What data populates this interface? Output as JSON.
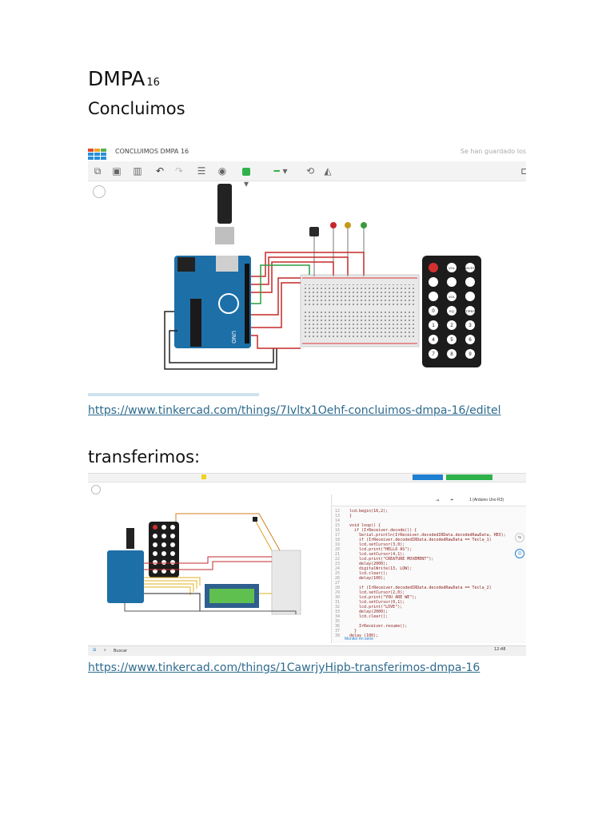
{
  "heading": {
    "title": "DMPA",
    "subscript": "16"
  },
  "section1": {
    "heading": "Concluimos",
    "screenshot": {
      "app_title": "CONCLUIMOS DMPA 16",
      "saved_status": "Se han guardado los",
      "remote_labels": [
        "VOL",
        "FUNC/STOP",
        "VOL",
        "EQ",
        "ST/REPT",
        "0",
        "1",
        "2",
        "3",
        "4",
        "5",
        "6",
        "7",
        "8",
        "9"
      ],
      "arduino_label": "UNO"
    },
    "link": "https://www.tinkercad.com/things/7Ivltx1Oehf-concluimos-dmpa-16/editel"
  },
  "section2": {
    "heading": "transferimos:",
    "screenshot": {
      "board_select": "1 (Arduino Uno R3)",
      "code_lines": [
        "lcd.begin(16,2);",
        "}",
        "",
        "void loop() {",
        "  if (IrReceiver.decode()) {",
        "    Serial.println(IrReceiver.decodedIRData.decodedRawData, HEX);",
        "    if (IrReceiver.decodedIRData.decodedRawData == Tecla_1)",
        "    lcd.setCursor(3,0);",
        "    lcd.print(\"HELLO AS\");",
        "    lcd.setCursor(4,1);",
        "    lcd.print(\"CREATURE MOVEMENT\");",
        "    delay(2000);",
        "    digitalWrite(13, LOW);",
        "    lcd.clear();",
        "    delay(100);",
        "",
        "    if (IrReceiver.decodedIRData.decodedRawData == Tecla_2)",
        "    lcd.setCursor(2,0);",
        "    lcd.print(\"YOU ARE WE\");",
        "    lcd.setCursor(0,1);",
        "    lcd.print(\"LOVE\");",
        "    delay(2000);",
        "    lcd.clear();",
        "",
        "    IrReceiver.resume();",
        "  }",
        "delay (100);"
      ],
      "serial_monitor": "Monitor en serie",
      "taskbar_search": "Buscar",
      "clock": "12:48"
    },
    "link": "https://www.tinkercad.com/things/1CawrjyHipb-transferimos-dmpa-16"
  }
}
